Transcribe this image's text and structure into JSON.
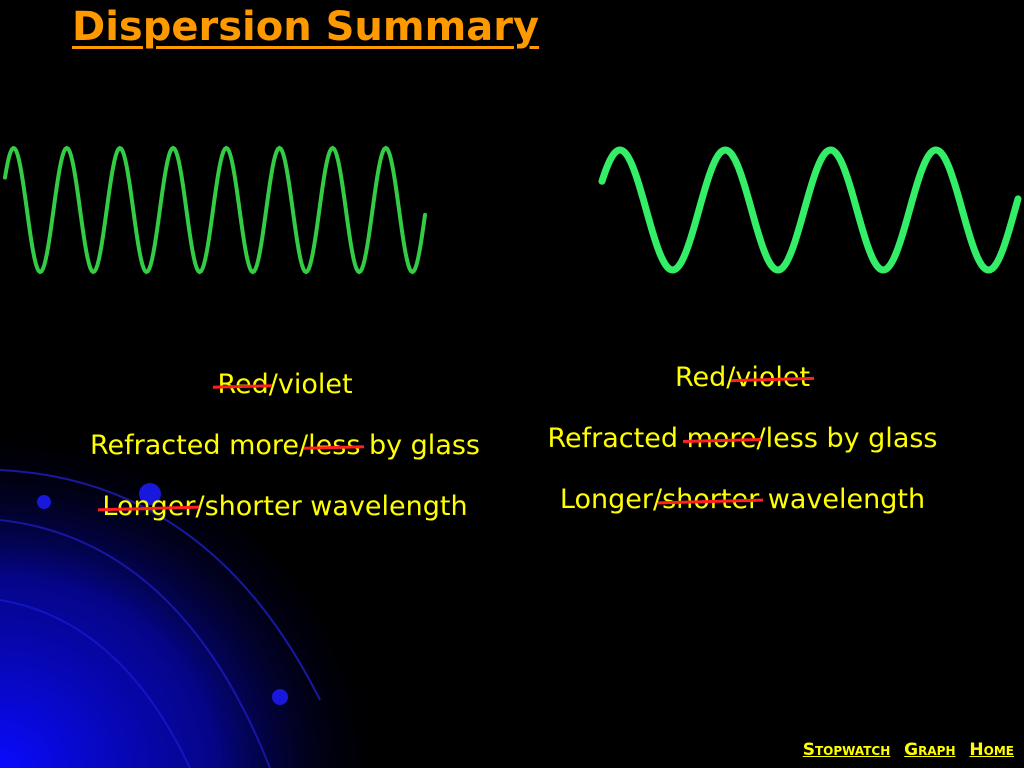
{
  "colors": {
    "background": "#000000",
    "title": "#ff9900",
    "text": "#ffff00",
    "strike": "#ff2020",
    "wave_short": "#33cc44",
    "wave_long": "#33ee66",
    "nav": "#ffff00",
    "decoration_blue": "#1a1aff"
  },
  "title": "Dispersion Summary",
  "left": {
    "color": {
      "first": "Red",
      "sep": "/",
      "second": "violet"
    },
    "refracted": {
      "prefix": "Refracted ",
      "first": "more",
      "sep": "/",
      "second": "less",
      "suffix": " by glass"
    },
    "wavelength": {
      "first": "Longer",
      "sep": "/",
      "second": "shorter",
      "suffix": " wavelength"
    }
  },
  "right": {
    "color": {
      "first": "Red",
      "sep": "/",
      "second": "violet"
    },
    "refracted": {
      "prefix": "Refracted ",
      "first": "more",
      "sep": "/",
      "second": "less",
      "suffix": " by glass"
    },
    "wavelength": {
      "first": "Longer",
      "sep": "/",
      "second": "shorter",
      "suffix": " wavelength"
    }
  },
  "waves": {
    "short_wave_cycles": 8,
    "long_wave_cycles": 4
  },
  "nav": {
    "stopwatch": "Stopwatch",
    "graph": "Graph",
    "home": "Home"
  }
}
